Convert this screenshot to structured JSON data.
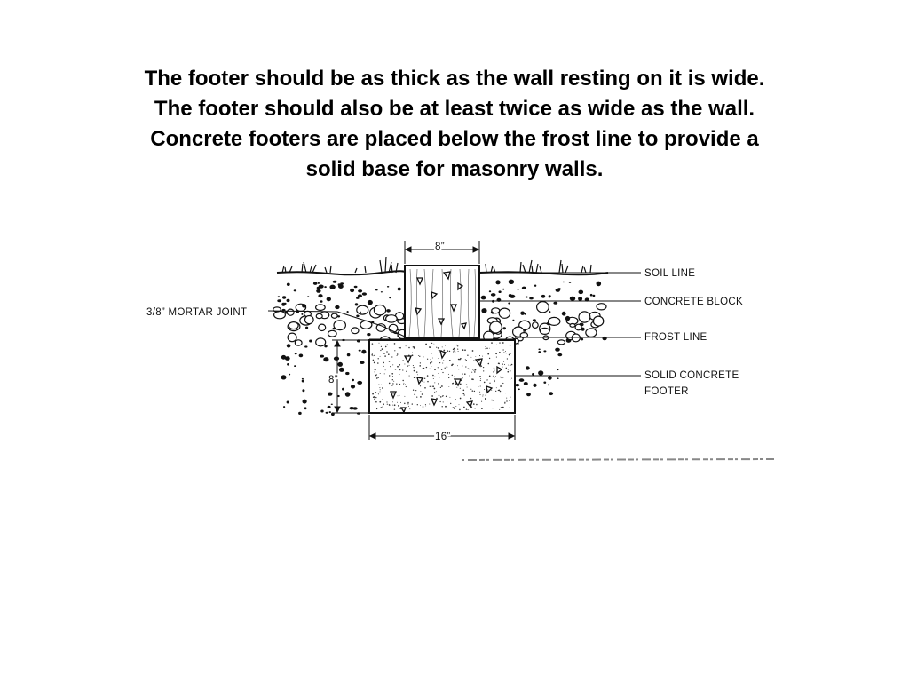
{
  "caption": {
    "line1": "The footer should be as thick as the wall resting on it is wide.",
    "line2": "The footer should also be at least twice as wide as the wall.",
    "line3": "Concrete footers are placed below the frost line to provide a",
    "line4": "solid base for masonry walls."
  },
  "diagram": {
    "labels": {
      "soil_line": "SOIL LINE",
      "concrete_block": "CONCRETE BLOCK",
      "frost_line": "FROST LINE",
      "solid_concrete_footer_1": "SOLID CONCRETE",
      "solid_concrete_footer_2": "FOOTER",
      "mortar_joint": "3/8” MORTAR JOINT"
    },
    "dimensions": {
      "wall_width": "8”",
      "footer_thickness": "8”",
      "footer_width": "16”"
    }
  },
  "colors": {
    "ink": "#111111",
    "background": "#ffffff"
  }
}
